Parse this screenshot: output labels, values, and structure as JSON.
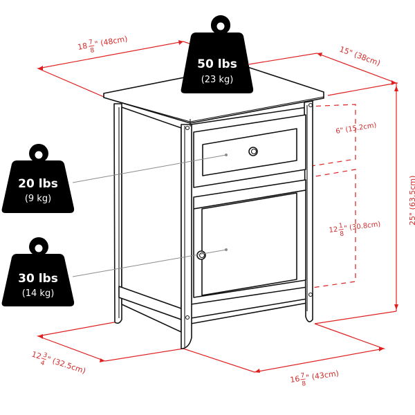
{
  "diagram": {
    "subject": "nightstand with drawer and cabinet door",
    "colors": {
      "dimension": "#d42a2a",
      "weight_badge": "#000000",
      "outline": "#111111",
      "leader": "#8a8a8a"
    },
    "weights": {
      "top": {
        "lbs": "50 lbs",
        "kg": "(23 kg)"
      },
      "drawer": {
        "lbs": "20 lbs",
        "kg": "(9 kg)"
      },
      "cabinet": {
        "lbs": "30 lbs",
        "kg": "(14 kg)"
      }
    },
    "dimensions": {
      "top_width": {
        "whole": "18",
        "num": "7",
        "den": "8",
        "suffix": "\" (48cm)"
      },
      "top_depth": {
        "label": "15\" (38cm)"
      },
      "height": {
        "label": "25\" (63.5cm)"
      },
      "drawer_h": {
        "label": "6\" (15.2cm)"
      },
      "cabinet_h": {
        "whole": "12",
        "num": "1",
        "den": "8",
        "suffix": "\" (30.8cm)"
      },
      "base_depth": {
        "whole": "12",
        "num": "3",
        "den": "4",
        "suffix": "\" (32.5cm)"
      },
      "base_width": {
        "whole": "16",
        "num": "7",
        "den": "8",
        "suffix": "\" (43cm)"
      }
    }
  }
}
